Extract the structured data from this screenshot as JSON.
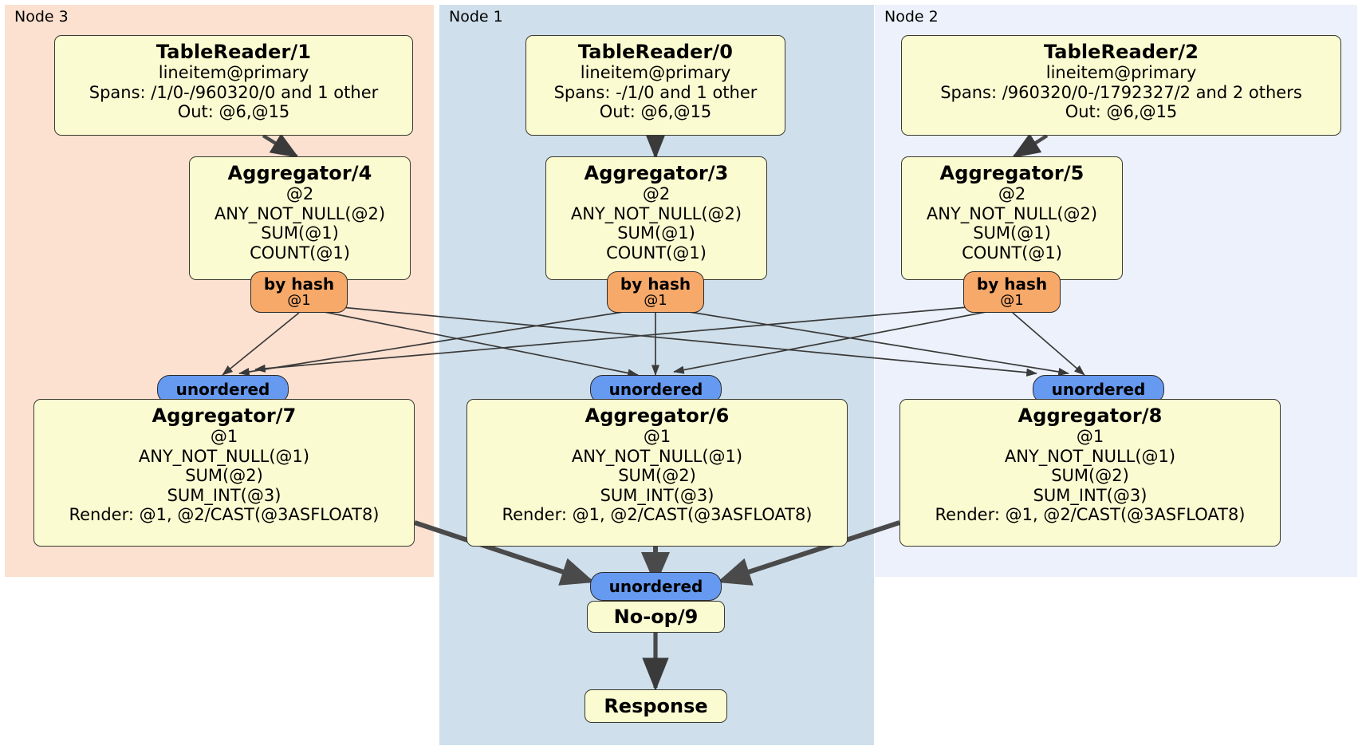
{
  "diagram": {
    "type": "distributed-query-plan",
    "colors": {
      "node3_panel": "#fce0d0",
      "node1_panel": "#cfdfeb",
      "node2_panel": "#ecf1fb",
      "processor_box": "#fbfbd2",
      "hash_badge": "#f7a96a",
      "unordered_badge": "#6699f0",
      "edge": "#3a3a3a"
    }
  },
  "panels": [
    {
      "id": "node3",
      "label": "Node 3"
    },
    {
      "id": "node1",
      "label": "Node 1"
    },
    {
      "id": "node2",
      "label": "Node 2"
    }
  ],
  "processors": {
    "tablereader_1": {
      "title": "TableReader/1",
      "lines": [
        "lineitem@primary",
        "Spans: /1/0-/960320/0 and 1 other",
        "Out: @6,@15"
      ]
    },
    "tablereader_0": {
      "title": "TableReader/0",
      "lines": [
        "lineitem@primary",
        "Spans: -/1/0 and 1 other",
        "Out: @6,@15"
      ]
    },
    "tablereader_2": {
      "title": "TableReader/2",
      "lines": [
        "lineitem@primary",
        "Spans: /960320/0-/1792327/2 and 2 others",
        "Out: @6,@15"
      ]
    },
    "aggregator_4": {
      "title": "Aggregator/4",
      "lines": [
        "@2",
        "ANY_NOT_NULL(@2)",
        "SUM(@1)",
        "COUNT(@1)"
      ]
    },
    "aggregator_3": {
      "title": "Aggregator/3",
      "lines": [
        "@2",
        "ANY_NOT_NULL(@2)",
        "SUM(@1)",
        "COUNT(@1)"
      ]
    },
    "aggregator_5": {
      "title": "Aggregator/5",
      "lines": [
        "@2",
        "ANY_NOT_NULL(@2)",
        "SUM(@1)",
        "COUNT(@1)"
      ]
    },
    "aggregator_7": {
      "title": "Aggregator/7",
      "lines": [
        "@1",
        "ANY_NOT_NULL(@1)",
        "SUM(@2)",
        "SUM_INT(@3)",
        "Render: @1, @2/CAST(@3ASFLOAT8)"
      ]
    },
    "aggregator_6": {
      "title": "Aggregator/6",
      "lines": [
        "@1",
        "ANY_NOT_NULL(@1)",
        "SUM(@2)",
        "SUM_INT(@3)",
        "Render: @1, @2/CAST(@3ASFLOAT8)"
      ]
    },
    "aggregator_8": {
      "title": "Aggregator/8",
      "lines": [
        "@1",
        "ANY_NOT_NULL(@1)",
        "SUM(@2)",
        "SUM_INT(@3)",
        "Render: @1, @2/CAST(@3ASFLOAT8)"
      ]
    },
    "noop_9": {
      "title": "No-op/9"
    },
    "response": {
      "title": "Response"
    }
  },
  "badges": {
    "hash_left": {
      "type": "by hash",
      "column": "@1"
    },
    "hash_center": {
      "type": "by hash",
      "column": "@1"
    },
    "hash_right": {
      "type": "by hash",
      "column": "@1"
    },
    "unordered_left": {
      "label": "unordered"
    },
    "unordered_center": {
      "label": "unordered"
    },
    "unordered_right": {
      "label": "unordered"
    },
    "unordered_final": {
      "label": "unordered"
    }
  }
}
